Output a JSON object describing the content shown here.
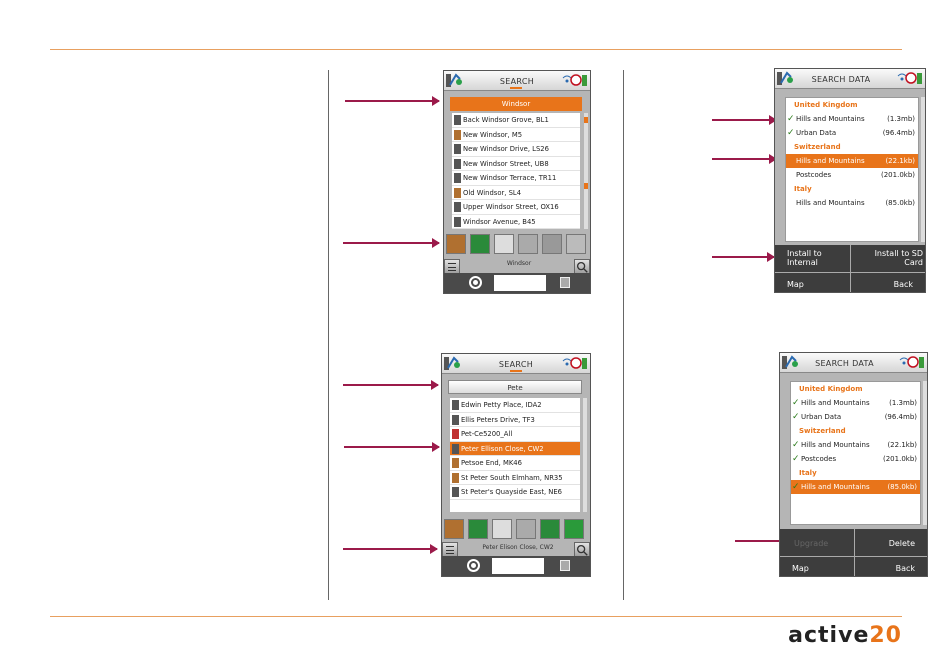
{
  "colors": {
    "accent": "#e8741a",
    "arrow": "#9b1a4a",
    "rule": "#e8a060",
    "check": "#2a7a1a"
  },
  "search_windsor": {
    "title": "SEARCH",
    "search_value": "Windsor",
    "results": [
      "Back Windsor Grove, BL1",
      "New Windsor, M5",
      "New Windsor Drive, LS26",
      "New Windsor Street, UB8",
      "New Windsor Terrace, TR11",
      "Old Windsor, SL4",
      "Upper Windsor Street, OX16",
      "Windsor Avenue, B45"
    ],
    "status_label": "Windsor"
  },
  "search_peter": {
    "title": "SEARCH",
    "search_value": "Pete",
    "results": [
      "Edwin Petty Place, IDA2",
      "Ellis Peters Drive, TF3",
      "Pet-Ce5200_All",
      "Peter Ellison Close, CW2",
      "Petsoe End, MK46",
      "St Peter South Elmham, NR35",
      "St Peter's Quayside East, NE6"
    ],
    "selected_index": 3,
    "status_label": "Peter Elison Close, CW2"
  },
  "search_data_install": {
    "title": "SEARCH DATA",
    "items": [
      {
        "kind": "header",
        "label": "United Kingdom"
      },
      {
        "kind": "item",
        "label": "Hills and Mountains",
        "size": "(1.3mb)",
        "checked": true
      },
      {
        "kind": "item",
        "label": "Urban Data",
        "size": "(96.4mb)",
        "checked": true
      },
      {
        "kind": "header",
        "label": "Switzerland"
      },
      {
        "kind": "item",
        "label": "Hills and Mountains",
        "size": "(22.1kb)",
        "checked": false,
        "selected": true
      },
      {
        "kind": "item",
        "label": "Postcodes",
        "size": "(201.0kb)",
        "checked": false
      },
      {
        "kind": "header",
        "label": "Italy"
      },
      {
        "kind": "item",
        "label": "Hills and Mountains",
        "size": "(85.0kb)",
        "checked": false
      }
    ],
    "btn_install_internal": "Install to Internal",
    "btn_install_sd": "Install to SD Card",
    "btn_map": "Map",
    "btn_back": "Back"
  },
  "search_data_delete": {
    "title": "SEARCH DATA",
    "items": [
      {
        "kind": "header",
        "label": "United Kingdom"
      },
      {
        "kind": "item",
        "label": "Hills and Mountains",
        "size": "(1.3mb)",
        "checked": true
      },
      {
        "kind": "item",
        "label": "Urban Data",
        "size": "(96.4mb)",
        "checked": true
      },
      {
        "kind": "header",
        "label": "Switzerland"
      },
      {
        "kind": "item",
        "label": "Hills and Mountains",
        "size": "(22.1kb)",
        "checked": true
      },
      {
        "kind": "item",
        "label": "Postcodes",
        "size": "(201.0kb)",
        "checked": true
      },
      {
        "kind": "header",
        "label": "Italy"
      },
      {
        "kind": "item",
        "label": "Hills and Mountains",
        "size": "(85.0kb)",
        "checked": true,
        "selected": true
      }
    ],
    "btn_upgrade": "Upgrade",
    "btn_delete": "Delete",
    "btn_map": "Map",
    "btn_back": "Back"
  },
  "brand": {
    "word": "active",
    "number": "20"
  }
}
